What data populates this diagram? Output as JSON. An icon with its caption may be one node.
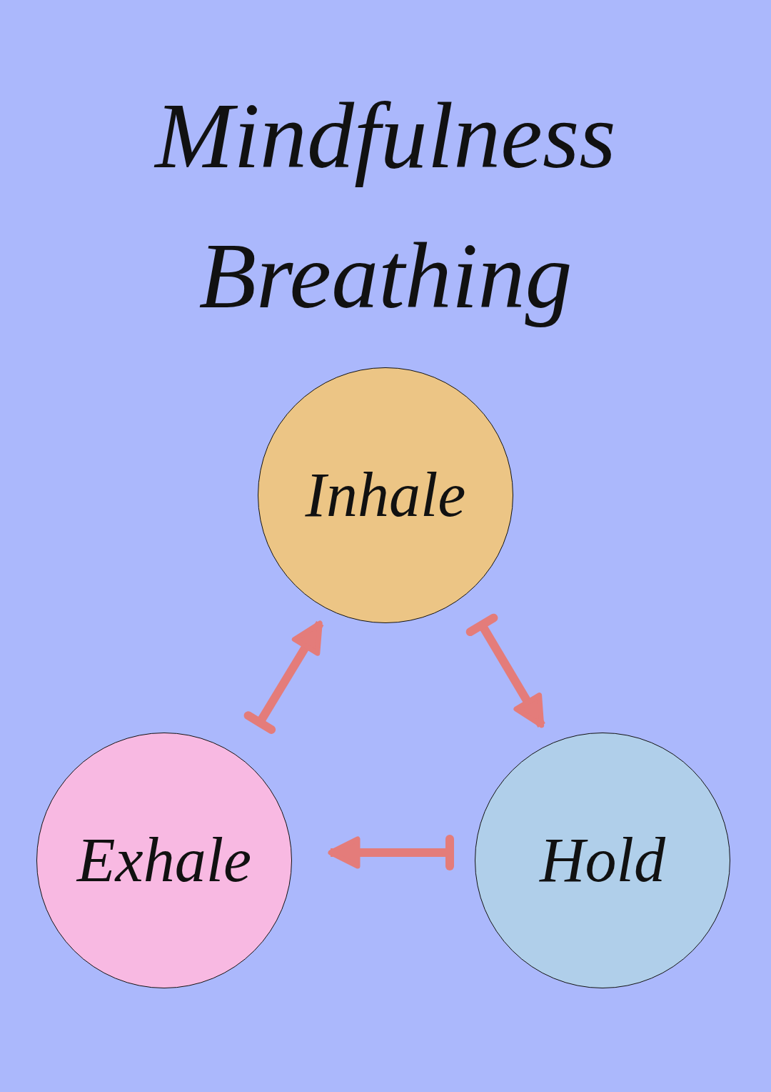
{
  "diagram": {
    "title": "Mindfulness Breathing",
    "nodes": [
      {
        "text": [
          "Inhale"
        ]
      },
      {
        "text": [
          "Exhale"
        ]
      },
      {
        "text": [
          "Hold"
        ]
      }
    ],
    "edges": [
      {
        "from": 0,
        "to": 2,
        "arrow": "to"
      },
      {
        "from": 2,
        "to": 1,
        "arrow": "to"
      },
      {
        "from": 1,
        "to": 0,
        "arrow": "to"
      }
    ]
  }
}
